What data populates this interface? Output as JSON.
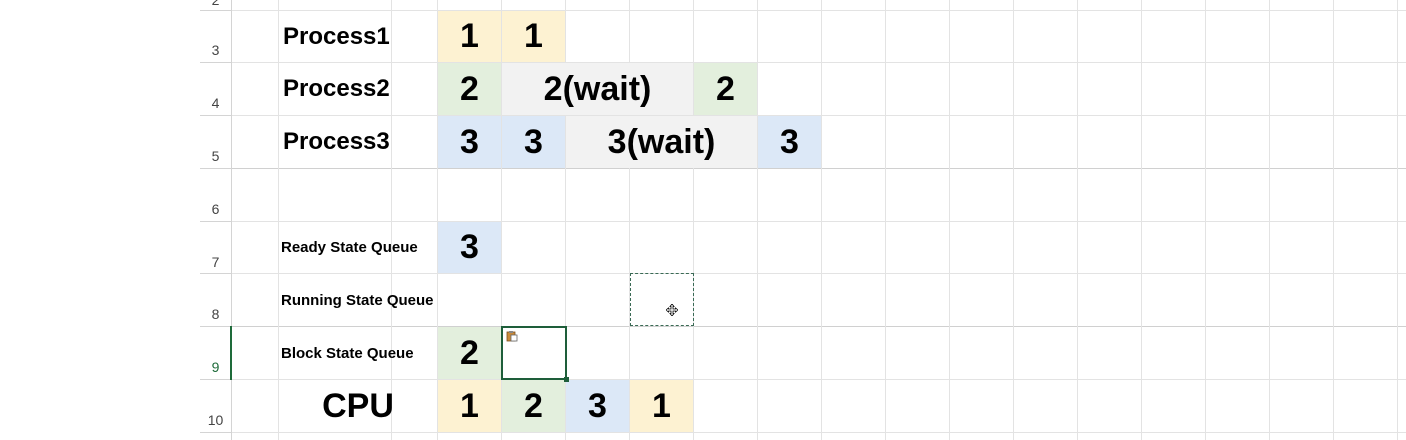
{
  "row_numbers": [
    "2",
    "3",
    "4",
    "5",
    "6",
    "7",
    "8",
    "9",
    "10"
  ],
  "processes": [
    {
      "label": "Process1",
      "cells": [
        "1",
        "1"
      ]
    },
    {
      "label": "Process2",
      "cells": [
        "2",
        "2(wait)",
        "2"
      ]
    },
    {
      "label": "Process3",
      "cells": [
        "3",
        "3",
        "3(wait)",
        "3"
      ]
    }
  ],
  "queues": {
    "ready_label": "Ready State Queue",
    "ready_values": [
      "3"
    ],
    "running_label": "Running State Queue",
    "block_label": "Block State Queue",
    "block_values": [
      "2"
    ]
  },
  "cpu": {
    "label": "CPU",
    "values": [
      "1",
      "2",
      "3",
      "1"
    ]
  },
  "colors": {
    "process1": "#fdf2d2",
    "process2": "#e3efdd",
    "process3": "#dce8f7",
    "wait": "#f2f2f2",
    "selection": "#1e5e3a"
  },
  "icons": {
    "paste": "paste-options-icon",
    "cursor": "move-cursor-icon"
  }
}
